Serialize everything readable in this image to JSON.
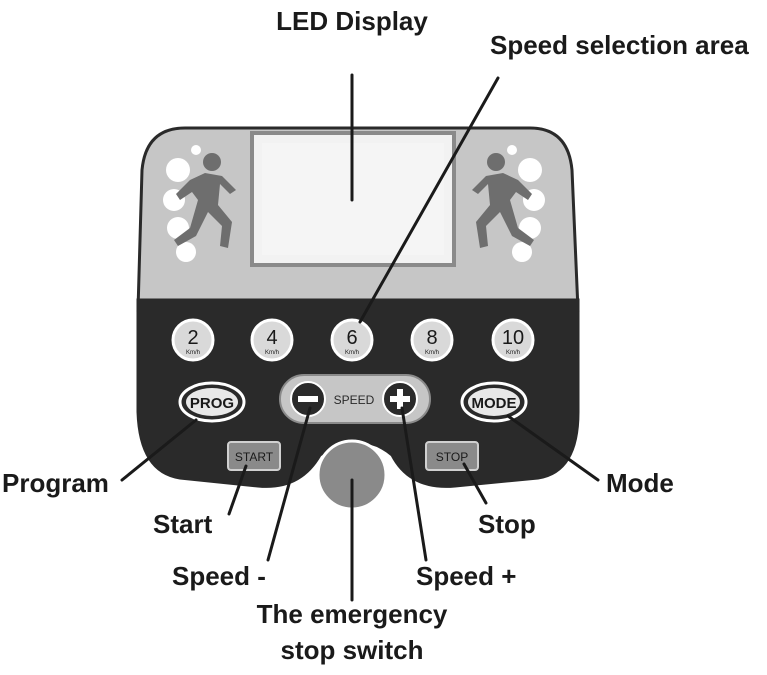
{
  "callouts": {
    "led_display": "LED Display",
    "speed_selection_area": "Speed selection area",
    "program": "Program",
    "start": "Start",
    "speed_minus": "Speed -",
    "emergency_line1": "The emergency",
    "emergency_line2": "stop switch",
    "speed_plus": "Speed +",
    "stop": "Stop",
    "mode": "Mode"
  },
  "panel": {
    "speed_buttons": [
      {
        "value": "2",
        "unit": "Km/h"
      },
      {
        "value": "4",
        "unit": "Km/h"
      },
      {
        "value": "6",
        "unit": "Km/h"
      },
      {
        "value": "8",
        "unit": "Km/h"
      },
      {
        "value": "10",
        "unit": "Km/h"
      }
    ],
    "prog_label": "PROG",
    "mode_label": "MODE",
    "speed_label": "SPEED",
    "start_label": "START",
    "stop_label": "STOP"
  },
  "icons": {
    "runner_left": "runner-icon",
    "runner_right": "runner-icon",
    "minus": "minus-icon",
    "plus": "plus-icon"
  },
  "colors": {
    "panel_dark": "#2a2a2a",
    "panel_light": "#c6c6c6",
    "screen": "#f2f2f2",
    "emergency_button": "#8a8a8a"
  }
}
